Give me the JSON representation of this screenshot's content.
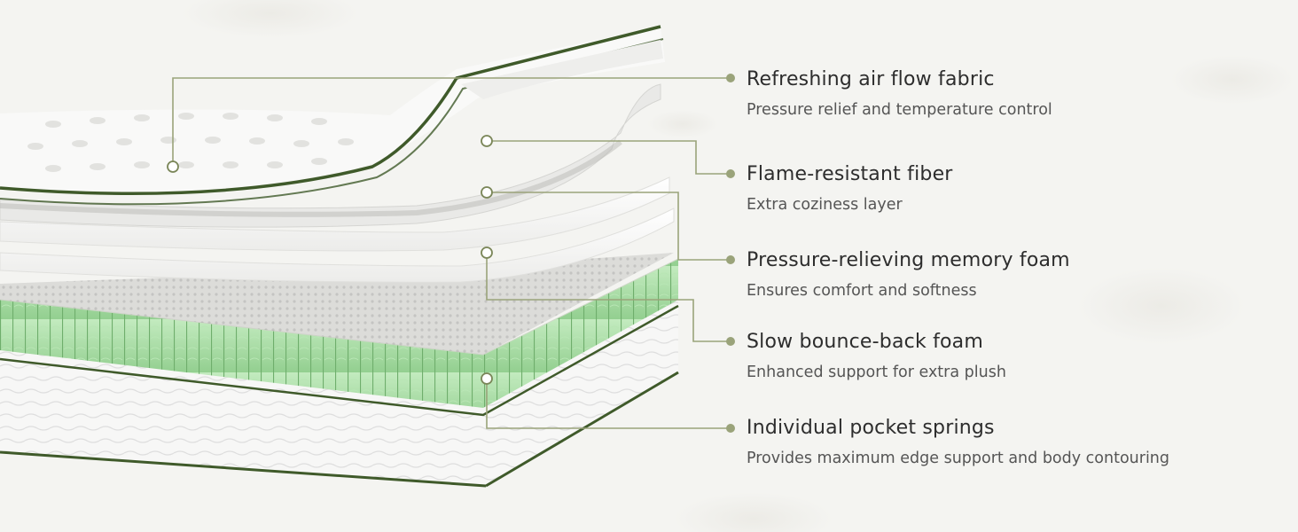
{
  "colors": {
    "accent_green": "#3f5a2a",
    "dot_fill": "#9aa37a",
    "spring_green": "#a9dca7",
    "background": "#f4f4f1"
  },
  "layers": [
    {
      "title": "Refreshing air flow fabric",
      "description": "Pressure relief and temperature control"
    },
    {
      "title": "Flame-resistant fiber",
      "description": "Extra coziness layer"
    },
    {
      "title": "Pressure-relieving memory foam",
      "description": "Ensures comfort and softness"
    },
    {
      "title": "Slow bounce-back foam",
      "description": "Enhanced support for extra plush"
    },
    {
      "title": "Individual pocket springs",
      "description": "Provides maximum edge support and body contouring"
    }
  ]
}
